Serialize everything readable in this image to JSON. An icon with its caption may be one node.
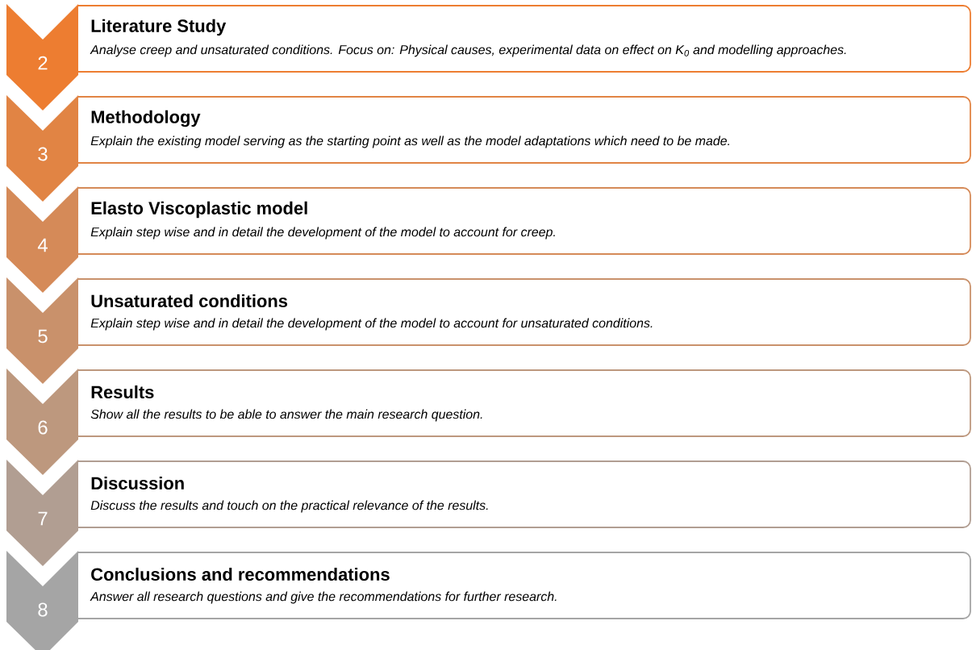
{
  "diagram": {
    "nodes": [
      {
        "text": [
          "2"
        ]
      },
      {
        "text": [
          "Literature Study",
          "Analyse creep and unsaturated conditions. Focus on: Physical causes, experimental data on effect on K$_{0}$ and modelling approaches."
        ]
      },
      {
        "text": [
          "3"
        ]
      },
      {
        "text": [
          "Methodology",
          "Explain the existing model serving as the starting point as well as the model adaptations which need to be made."
        ]
      },
      {
        "text": [
          "4"
        ]
      },
      {
        "text": [
          "Elasto Viscoplastic model",
          "Explain step wise and in detail the development of the model to account for creep."
        ]
      },
      {
        "text": [
          "5"
        ]
      },
      {
        "text": [
          "Unsaturated conditions",
          "Explain step wise and in detail the development of the model to account for unsaturated conditions."
        ]
      },
      {
        "text": [
          "6"
        ]
      },
      {
        "text": [
          "Results",
          "Show all the results to be able to answer the main research question."
        ]
      },
      {
        "text": [
          "7"
        ]
      },
      {
        "text": [
          "Discussion",
          "Discuss the results and touch on the practical relevance of the results."
        ]
      },
      {
        "text": [
          "8"
        ]
      },
      {
        "text": [
          "Conclusions and recommendations",
          "Answer all research questions and give the recommendations for further research."
        ]
      }
    ]
  }
}
